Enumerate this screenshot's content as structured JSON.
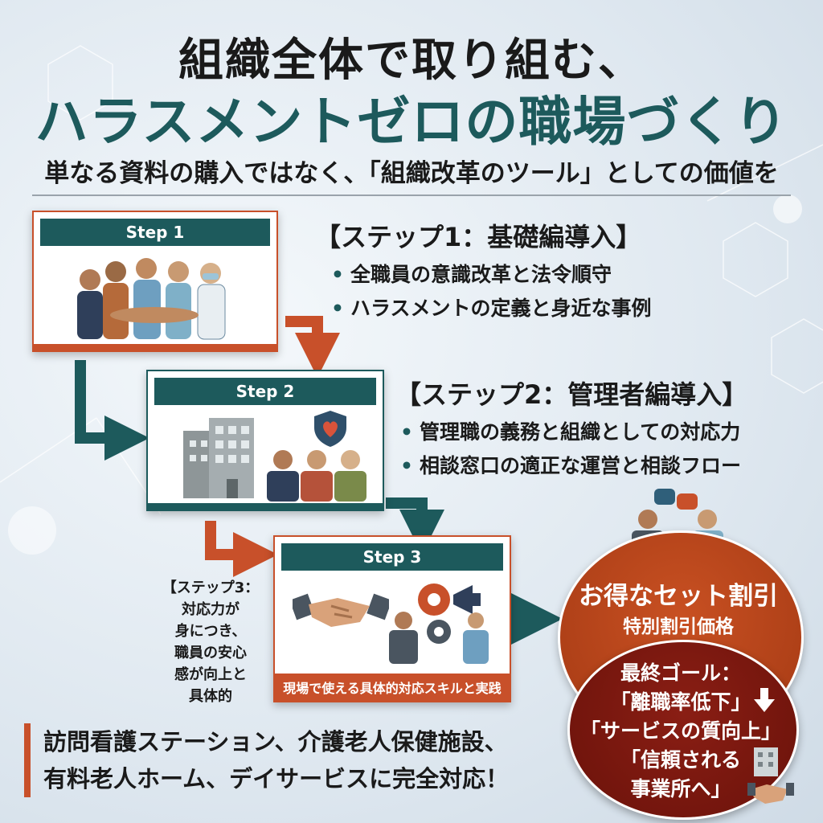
{
  "title_line1": "組織全体で取り組む、",
  "title_line2": "ハラスメントゼロの職場づくり",
  "subtitle": "単なる資料の購入ではなく、「組織改革のツール」としての価値を",
  "steps": [
    {
      "card_label": "Step 1",
      "heading": "【ステップ1：基礎編導入】",
      "bullets": [
        "全職員の意識改革と法令順守",
        "ハラスメントの定義と身近な事例"
      ]
    },
    {
      "card_label": "Step 2",
      "heading": "【ステップ2：管理者編導入】",
      "bullets": [
        "管理職の義務と組織としての対応力",
        "相談窓口の適正な運営と相談フロー"
      ]
    },
    {
      "card_label": "Step 3",
      "caption": "現場で使える具体的対応スキルと実践",
      "note_lines": [
        "【ステップ3：",
        "対応力が",
        "身につき、",
        "職員の安心",
        "感が向上と",
        "具体的"
      ]
    }
  ],
  "bottom_note_lines": [
    "訪問看護ステーション、介護老人保健施設、",
    "有料老人ホーム、デイサービスに完全対応！"
  ],
  "offer": {
    "title": "お得なセット割引",
    "subtitle": "特別割引価格"
  },
  "goal": {
    "lines": [
      "最終ゴール：",
      "「離職率低下」",
      "「サービスの質向上」",
      "「信頼される",
      "事業所へ」"
    ]
  },
  "colors": {
    "teal": "#1d5a5c",
    "orange": "#c8502a",
    "dark_red": "#7a1a10"
  },
  "icons": [
    "team-hands-icon",
    "building-icon",
    "shield-heart-icon",
    "managers-icon",
    "handshake-icon",
    "gears-icon",
    "megaphone-icon",
    "speech-bubbles-icon",
    "down-arrow-icon"
  ]
}
